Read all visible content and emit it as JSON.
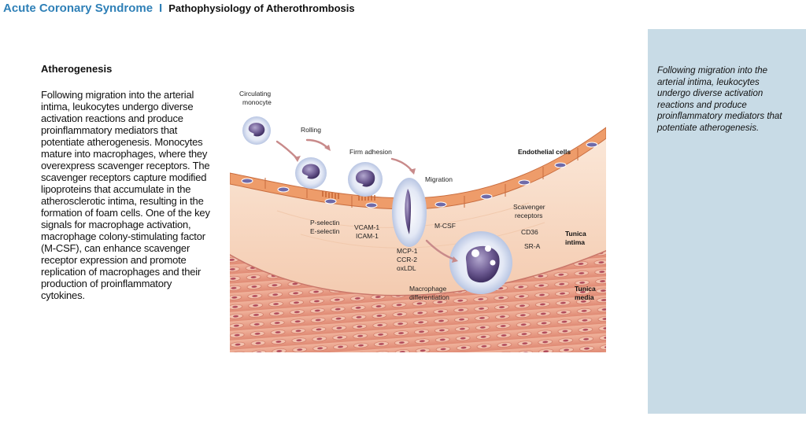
{
  "header": {
    "title": "Acute Coronary Syndrome",
    "separator": "I",
    "subtitle": "Pathophysiology of Atherothrombosis"
  },
  "section": {
    "title": "Atherogenesis",
    "body": "Following migration into the arterial intima, leukocytes undergo diverse activation reactions and produce proinflammatory mediators that potentiate atherogenesis. Monocytes mature into macrophages, where they overexpress scavenger receptors. The scavenger receptors capture modified lipoproteins that accumulate in the atherosclerotic intima, resulting in the formation of foam cells. One of the key signals for macrophage activation, macrophage colony-stimulating factor (M-CSF), can enhance scavenger receptor expression and promote replication of macrophages and their production of proinflammatory cytokines."
  },
  "figure": {
    "labels": {
      "circulating_1": "Circulating",
      "circulating_2": "monocyte",
      "rolling": "Rolling",
      "firm_adhesion": "Firm adhesion",
      "migration": "Migration",
      "endothelial_cells": "Endothelial cells",
      "p_selectin": "P-selectin",
      "e_selectin": "E-selectin",
      "vcam": "VCAM-1",
      "icam": "ICAM-1",
      "mcsf": "M-CSF",
      "scavenger_1": "Scavenger",
      "scavenger_2": "receptors",
      "cd36": "CD36",
      "sra": "SR-A",
      "tunica_intima_1": "Tunica",
      "tunica_intima_2": "intima",
      "mcp1": "MCP-1",
      "ccr2": "CCR-2",
      "oxldl": "oxLDL",
      "macrophage_1": "Macrophage",
      "macrophage_2": "differentiation",
      "tunica_media_1": "Tunica",
      "tunica_media_2": "media"
    },
    "colors": {
      "intima": "#f8dcc6",
      "media": "#e79a83",
      "endothelium": "#e88f5e",
      "nucleus": "#7a6a9e",
      "monocyte_halo": "#cfd7ec",
      "arrow": "#c88a8a"
    }
  },
  "side_panel": {
    "text": "Following migration into the arterial intima, leukocytes undergo diverse activation reactions and produce proinflammatory mediators that potentiate atherogenesis."
  }
}
